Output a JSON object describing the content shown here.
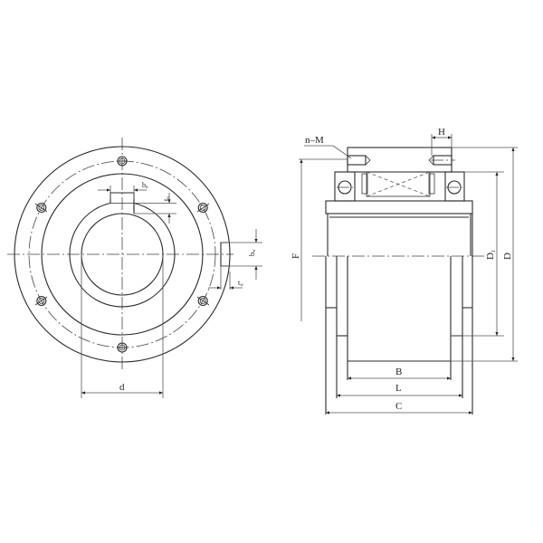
{
  "drawing": {
    "type": "engineering-drawing",
    "subject": "backstop clutch / overrunning clutch with flange bolt holes",
    "views": [
      {
        "name": "front-view",
        "labels": [
          "bn",
          "tn",
          "bw",
          "tw",
          "d"
        ]
      },
      {
        "name": "side-section-view",
        "labels": [
          "n-M",
          "H",
          "F",
          "D1",
          "D",
          "B",
          "L",
          "C"
        ]
      }
    ]
  },
  "front_view": {
    "labels": {
      "hub_keyway_width": "b",
      "hub_keyway_width_sub": "n",
      "hub_keyway_depth": "t",
      "hub_keyway_depth_sub": "n",
      "torque_arm_slot_width": "b",
      "torque_arm_slot_width_sub": "w",
      "torque_arm_slot_depth": "t",
      "torque_arm_slot_depth_sub": "w",
      "bore_diameter": "d"
    },
    "bolt_hole_count": 6
  },
  "side_view": {
    "labels": {
      "threaded_holes": "n–M",
      "thread_depth": "H",
      "outer_height": "F",
      "inner_diameter": "D",
      "inner_diameter_sub": "1",
      "outer_diameter": "D",
      "inner_width": "B",
      "mid_width": "L",
      "total_width": "C"
    }
  },
  "colors": {
    "line": "#2a2a2a",
    "dimension": "#555555",
    "background": "#ffffff"
  }
}
